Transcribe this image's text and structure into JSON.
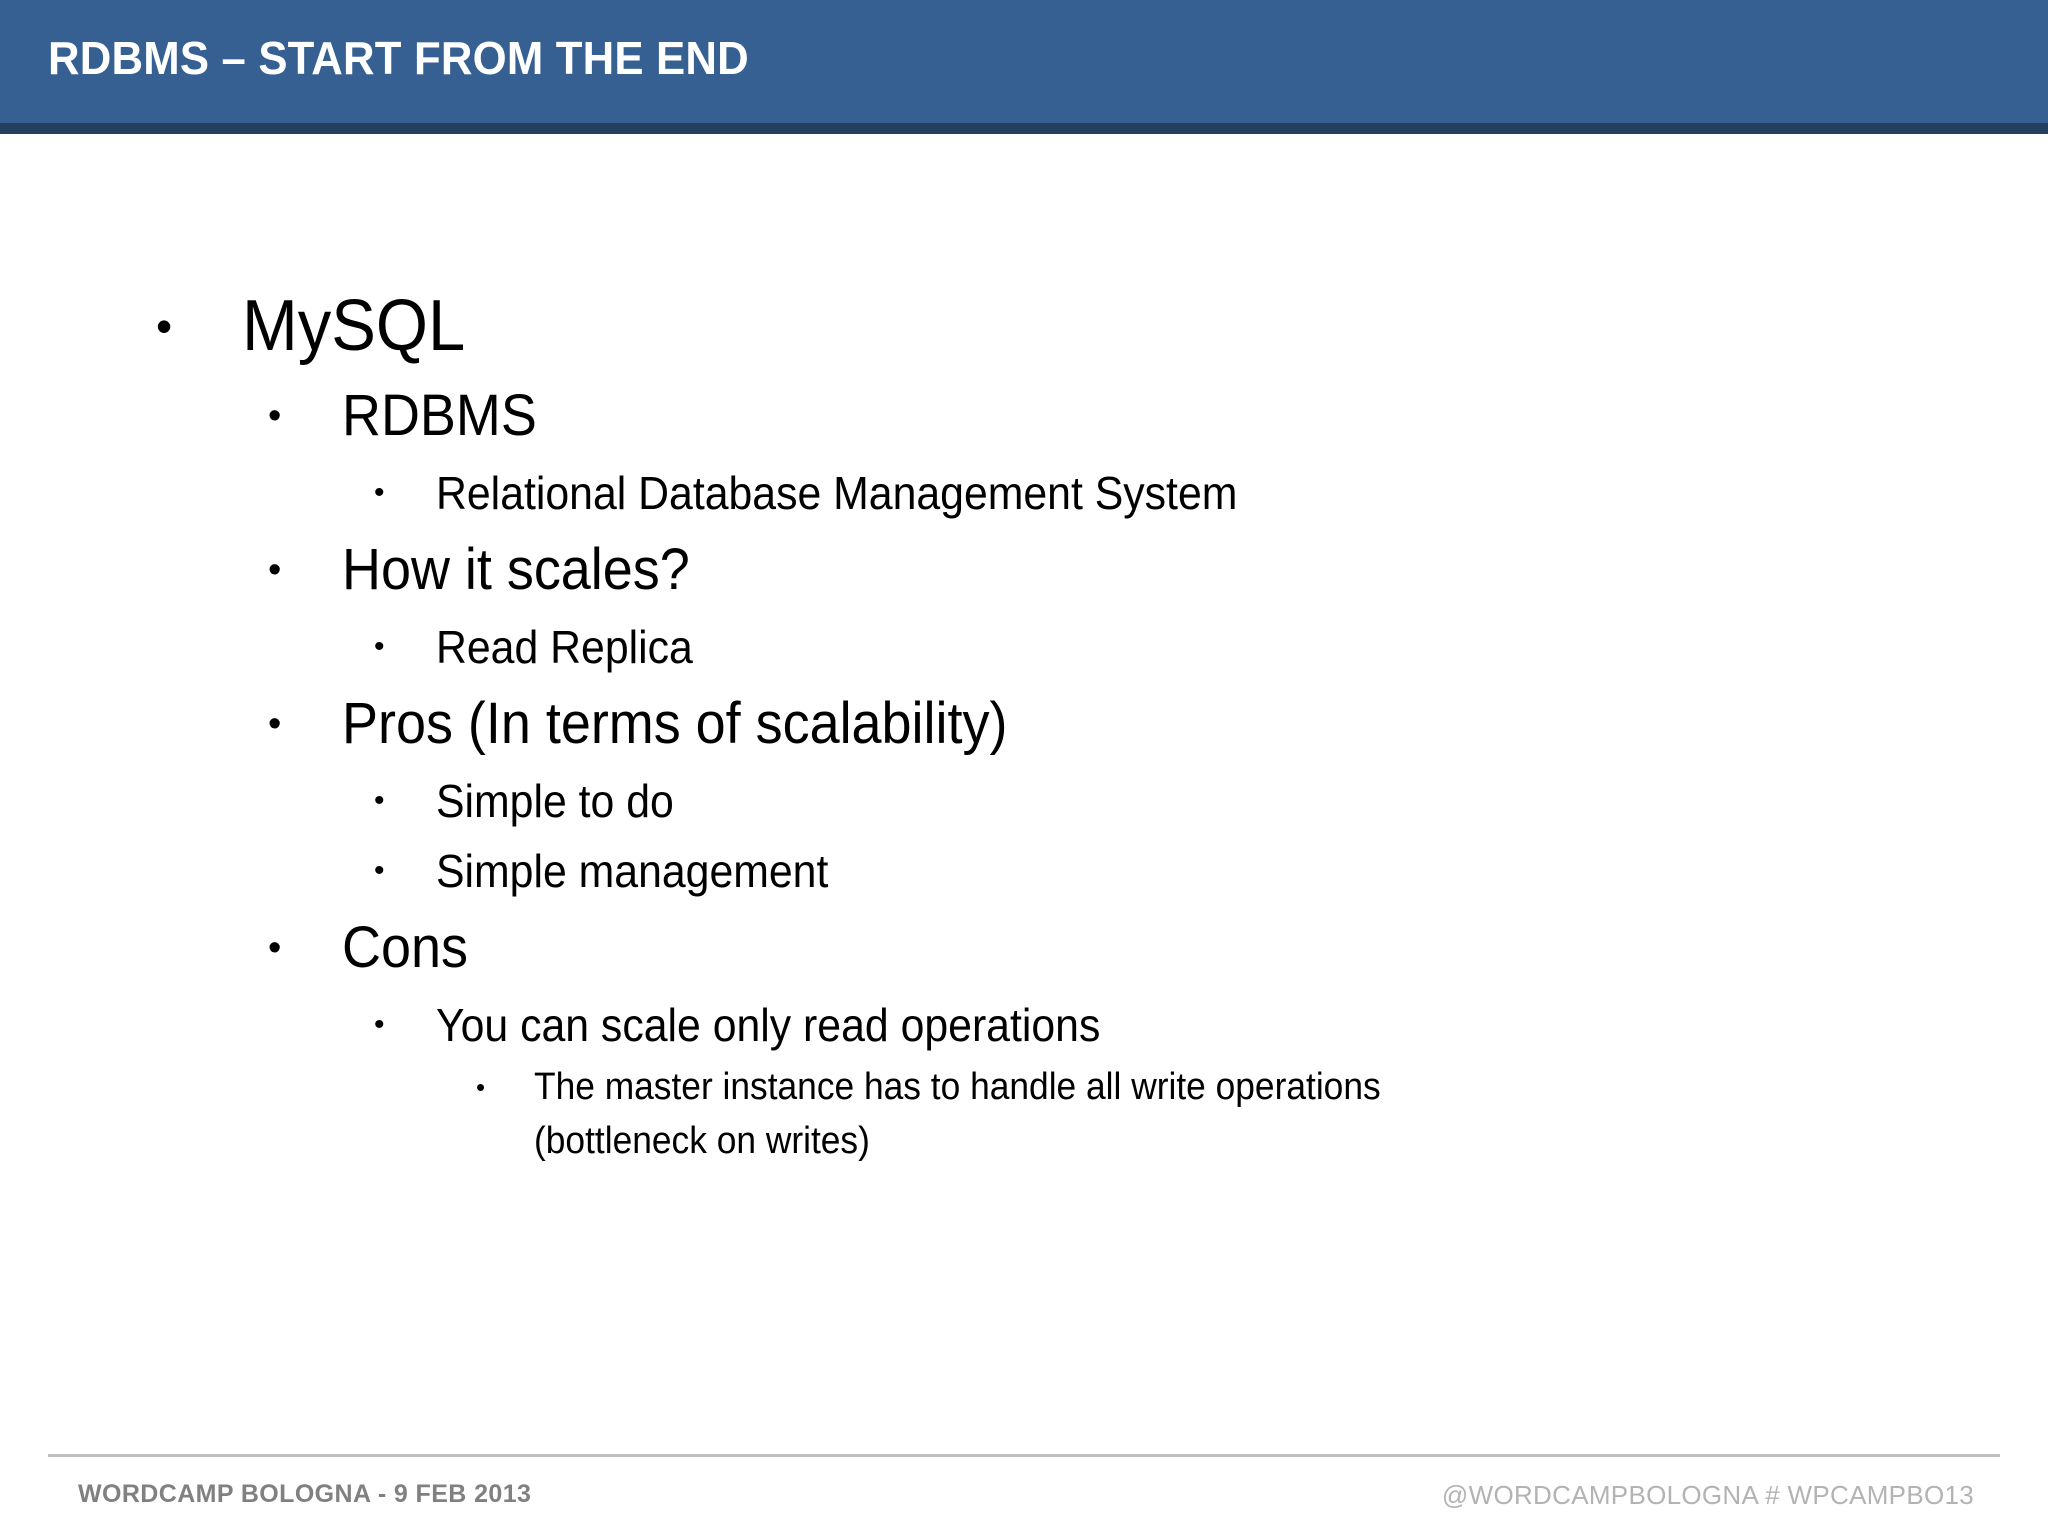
{
  "slide": {
    "title": "RDBMS – START FROM THE END",
    "header_color": "#366092",
    "header_accent_color": "#253f5e",
    "title_color": "#ffffff",
    "body_text_color": "#000000",
    "background_color": "#ffffff"
  },
  "content": {
    "bullets": [
      {
        "level": 1,
        "marker": "•",
        "text": "MySQL"
      },
      {
        "level": 2,
        "marker": "•",
        "text": "RDBMS"
      },
      {
        "level": 3,
        "marker": "•",
        "text": "Relational Database Management System"
      },
      {
        "level": 2,
        "marker": "•",
        "text": "How it scales?"
      },
      {
        "level": 3,
        "marker": "•",
        "text": "Read Replica"
      },
      {
        "level": 2,
        "marker": "•",
        "text": "Pros (In terms of scalability)"
      },
      {
        "level": 3,
        "marker": "•",
        "text": "Simple to do"
      },
      {
        "level": 3,
        "marker": "•",
        "text": "Simple management"
      },
      {
        "level": 2,
        "marker": "•",
        "text": "Cons"
      },
      {
        "level": 3,
        "marker": "•",
        "text": "You can scale only read operations"
      },
      {
        "level": 4,
        "marker": "•",
        "text": "The master instance has to handle all write operations (bottleneck on writes)"
      }
    ]
  },
  "footer": {
    "left": "WORDCAMP BOLOGNA - 9 FEB 2013",
    "right": "@WORDCAMPBOLOGNA  # WPCAMPBO13",
    "left_color": "#808080",
    "right_color": "#b3b3b3",
    "rule_color": "#bfbfbf"
  }
}
